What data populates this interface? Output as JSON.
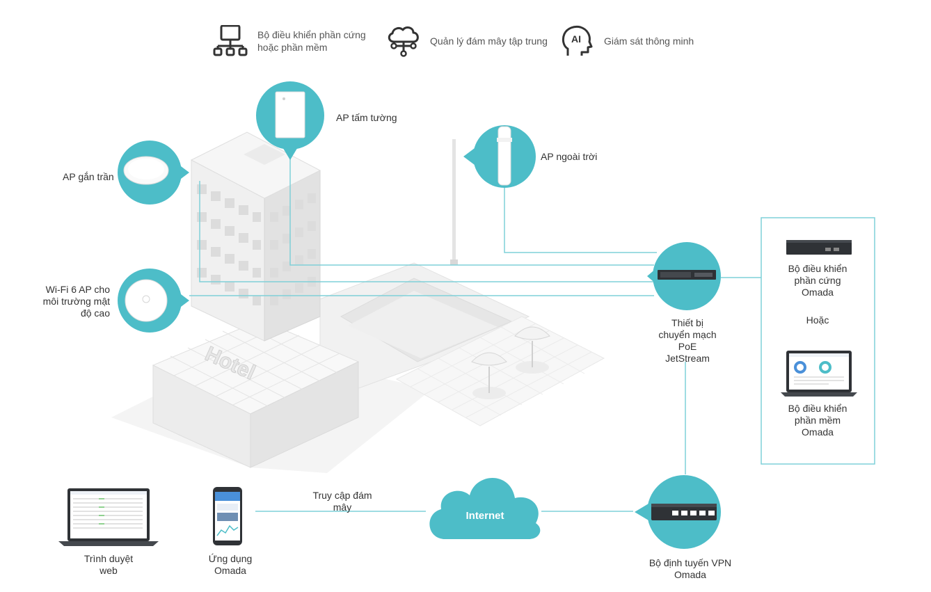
{
  "features": [
    {
      "icon": "network-hierarchy-icon",
      "text": "Bộ điều khiển phần cứng\nhoặc phần mềm"
    },
    {
      "icon": "cloud-network-icon",
      "text": "Quản lý đám mây tập trung"
    },
    {
      "icon": "ai-head-icon",
      "text": "Giám sát thông minh"
    }
  ],
  "labels": {
    "ap_wall": "AP tấm tường",
    "ap_ceiling": "AP gắn trần",
    "ap_outdoor": "AP ngoài trời",
    "ap_wifi6": "Wi-Fi 6 AP cho\nmôi trường mật\nđộ cao",
    "switch": "Thiết bị\nchuyển mạch\nPoE\nJetStream",
    "hw_controller": "Bộ điều khiển\nphần cứng\nOmada",
    "or": "Hoặc",
    "sw_controller": "Bộ điều khiển\nphần mềm\nOmada",
    "web_browser": "Trình duyệt\nweb",
    "omada_app": "Ứng dụng\nOmada",
    "cloud_access": "Truy cập đám\nmây",
    "internet": "Internet",
    "vpn_router": "Bộ định tuyến VPN\nOmada",
    "hotel_sign": "Hotel"
  },
  "colors": {
    "teal": "#4dbdc8",
    "line": "#7fd0d8",
    "building": "#f2f2f2",
    "device": "#2f3236"
  }
}
